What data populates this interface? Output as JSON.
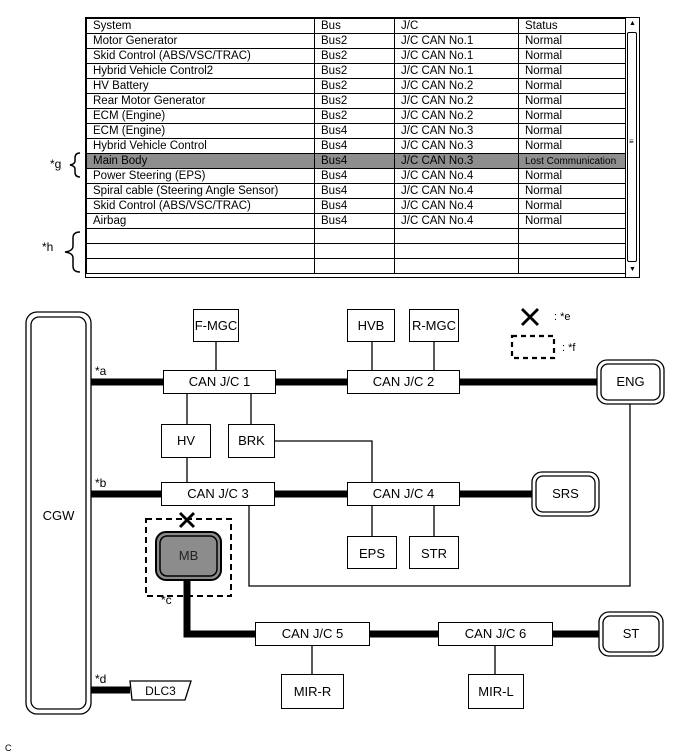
{
  "table": {
    "headers": [
      "System",
      "Bus",
      "J/C",
      "Status"
    ],
    "rows": [
      [
        "Motor Generator",
        "Bus2",
        "J/C CAN No.1",
        "Normal"
      ],
      [
        "Skid Control (ABS/VSC/TRAC)",
        "Bus2",
        "J/C CAN No.1",
        "Normal"
      ],
      [
        "Hybrid Vehicle Control2",
        "Bus2",
        "J/C CAN No.1",
        "Normal"
      ],
      [
        "HV Battery",
        "Bus2",
        "J/C CAN No.2",
        "Normal"
      ],
      [
        "Rear Motor Generator",
        "Bus2",
        "J/C CAN No.2",
        "Normal"
      ],
      [
        "ECM (Engine)",
        "Bus2",
        "J/C CAN No.2",
        "Normal"
      ],
      [
        "ECM (Engine)",
        "Bus4",
        "J/C CAN No.3",
        "Normal"
      ],
      [
        "Hybrid Vehicle Control",
        "Bus4",
        "J/C CAN No.3",
        "Normal"
      ],
      [
        "Main Body",
        "Bus4",
        "J/C CAN No.3",
        "Lost Communication"
      ],
      [
        "Power Steering (EPS)",
        "Bus4",
        "J/C CAN No.4",
        "Normal"
      ],
      [
        "Spiral cable (Steering Angle Sensor)",
        "Bus4",
        "J/C CAN No.4",
        "Normal"
      ],
      [
        "Skid Control (ABS/VSC/TRAC)",
        "Bus4",
        "J/C CAN No.4",
        "Normal"
      ],
      [
        "Airbag",
        "Bus4",
        "J/C CAN No.4",
        "Normal"
      ],
      [
        "",
        "",
        "",
        ""
      ],
      [
        "",
        "",
        "",
        ""
      ],
      [
        "",
        "",
        "",
        ""
      ]
    ],
    "highlight_row": 8,
    "highlight_color": "#8e8e8e",
    "scroll_up_icon": "triangle-up-icon",
    "scroll_down_icon": "triangle-down-icon"
  },
  "callouts": {
    "g": "*g",
    "h": "*h",
    "a": "*a",
    "b": "*b",
    "c": "*c",
    "d": "*d",
    "e": ": *e",
    "f": ": *f"
  },
  "legend": {
    "cross_icon": "cross-icon",
    "dashed_box_icon": "dashed-box-icon"
  },
  "nodes": {
    "cgw": "CGW",
    "fmgc": "F-MGC",
    "hvb": "HVB",
    "rmgc": "R-MGC",
    "jc1": "CAN J/C 1",
    "jc2": "CAN J/C 2",
    "eng": "ENG",
    "hv": "HV",
    "brk": "BRK",
    "jc3": "CAN J/C 3",
    "jc4": "CAN J/C 4",
    "srs": "SRS",
    "mb": "MB",
    "eps": "EPS",
    "str": "STR",
    "jc5": "CAN J/C 5",
    "jc6": "CAN J/C 6",
    "st": "ST",
    "mirr": "MIR-R",
    "mirl": "MIR-L",
    "dlc3": "DLC3"
  },
  "colors": {
    "faulty_node_fill": "#8c8c8c"
  },
  "footer_code": "C"
}
